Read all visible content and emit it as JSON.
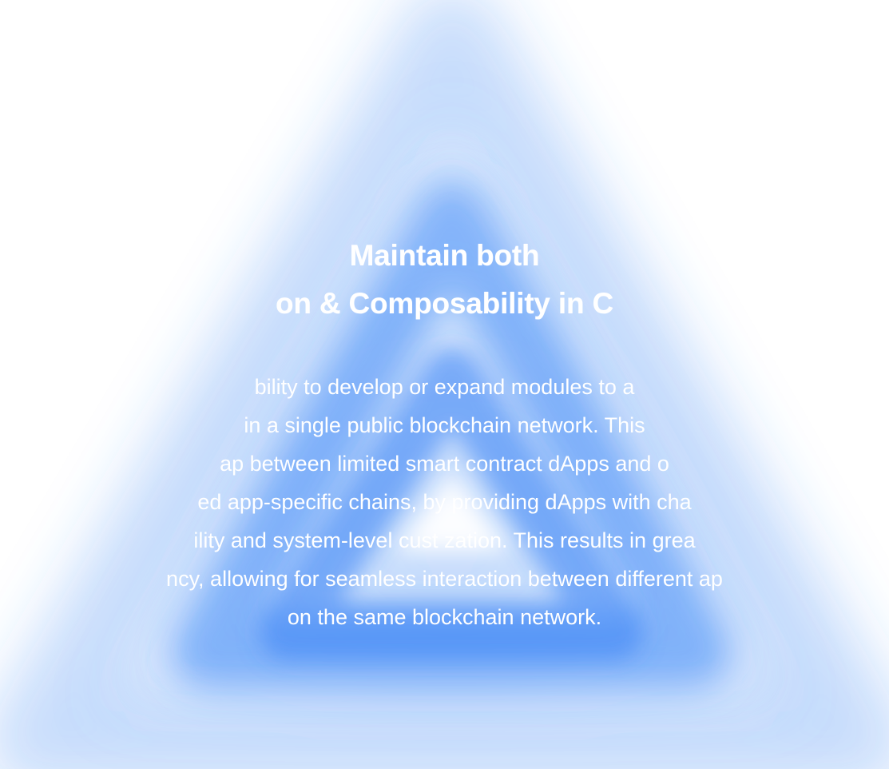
{
  "hero": {
    "heading_lines": [
      "Maintain both",
      "on & Composability in C"
    ],
    "body_lines": [
      "bility to develop or expand modules to a",
      "in a single public blockchain network. This",
      "ap between limited smart contract dApps and o",
      "ed app-specific chains, by providing dApps with cha",
      "ility and system-level cust   zation. This results in grea",
      "ncy, allowing for seamless interaction between different ap",
      "on the same blockchain network."
    ]
  },
  "colors": {
    "background": "#ffffff",
    "glow": "#3d86f5",
    "text": "#ffffff"
  }
}
